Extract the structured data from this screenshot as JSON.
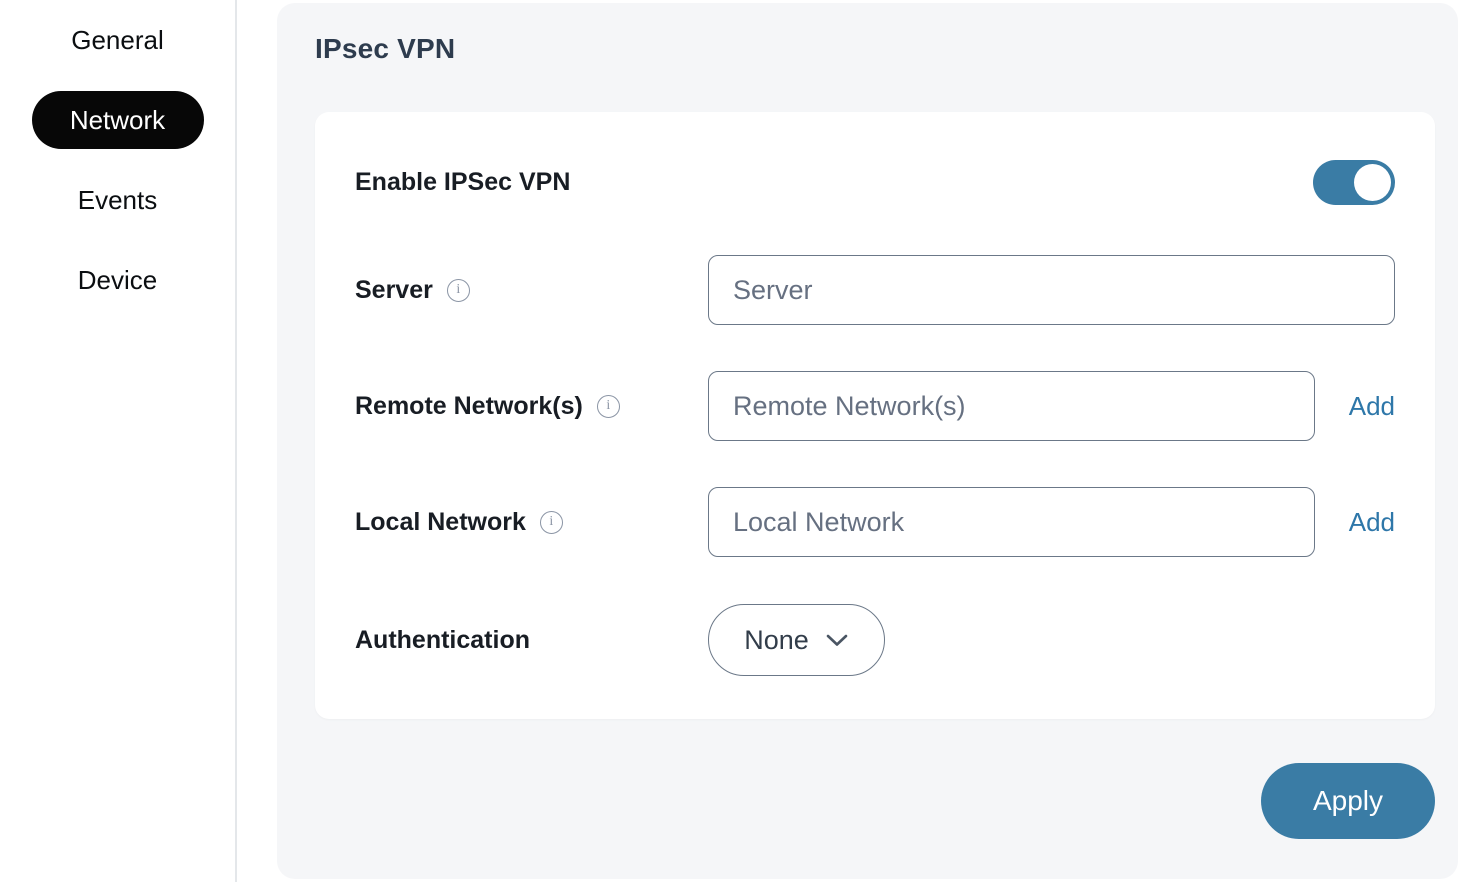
{
  "sidebar": {
    "items": [
      {
        "label": "General",
        "active": false
      },
      {
        "label": "Network",
        "active": true
      },
      {
        "label": "Events",
        "active": false
      },
      {
        "label": "Device",
        "active": false
      }
    ]
  },
  "page": {
    "title": "IPsec VPN"
  },
  "form": {
    "enable": {
      "label": "Enable IPSec VPN",
      "enabled": true
    },
    "server": {
      "label": "Server",
      "value": "",
      "placeholder": "Server"
    },
    "remote": {
      "label": "Remote Network(s)",
      "value": "",
      "placeholder": "Remote Network(s)",
      "add_label": "Add"
    },
    "local": {
      "label": "Local Network",
      "value": "",
      "placeholder": "Local Network",
      "add_label": "Add"
    },
    "auth": {
      "label": "Authentication",
      "selected": "None"
    }
  },
  "actions": {
    "apply_label": "Apply"
  },
  "icons": {
    "info_glyph": "i",
    "chevron_down": "chevron-down",
    "toggle_state": "on"
  },
  "colors": {
    "accent": "#3a7ca5",
    "link": "#2e77a9",
    "panel_background": "#f5f6f8",
    "card_background": "#ffffff",
    "heading": "#2e3c4e",
    "label": "#181d24",
    "field_border": "#6b7888",
    "placeholder": "#667081",
    "sidebar_active_background": "#070707",
    "sidebar_active_text": "#ffffff"
  }
}
